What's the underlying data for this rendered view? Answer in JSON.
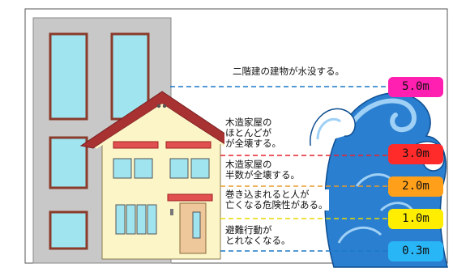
{
  "levels": [
    {
      "depth": "5.0m",
      "description": "二階建の建物が水没する。",
      "color": "#ff1fb0",
      "line_color": "#1a78c8"
    },
    {
      "depth": "3.0m",
      "description": "木造家屋の\nほとんどが\nが全壊する。",
      "color": "#ff2a2a",
      "line_color": "#e8202c"
    },
    {
      "depth": "2.0m",
      "description": "木造家屋の\n半数が全壊する。",
      "color": "#ff9f1a",
      "line_color": "#e89a2a"
    },
    {
      "depth": "1.0m",
      "description": "巻き込まれると人が\n亡くなる危険性がある。",
      "color": "#ffee00",
      "line_color": "#e8d800"
    },
    {
      "depth": "0.3m",
      "description": "避難行動が\nとれなくなる。",
      "color": "#29b6f6",
      "line_color": "#1a78c8"
    }
  ],
  "colors": {
    "building_gray": "#c8c8c8",
    "window_blue": "#9fe4ef",
    "house_wall": "#fbf5c8",
    "roof": "#a83232",
    "wave_blue": "#2a7fd0",
    "wave_light": "#9fd0f5"
  }
}
